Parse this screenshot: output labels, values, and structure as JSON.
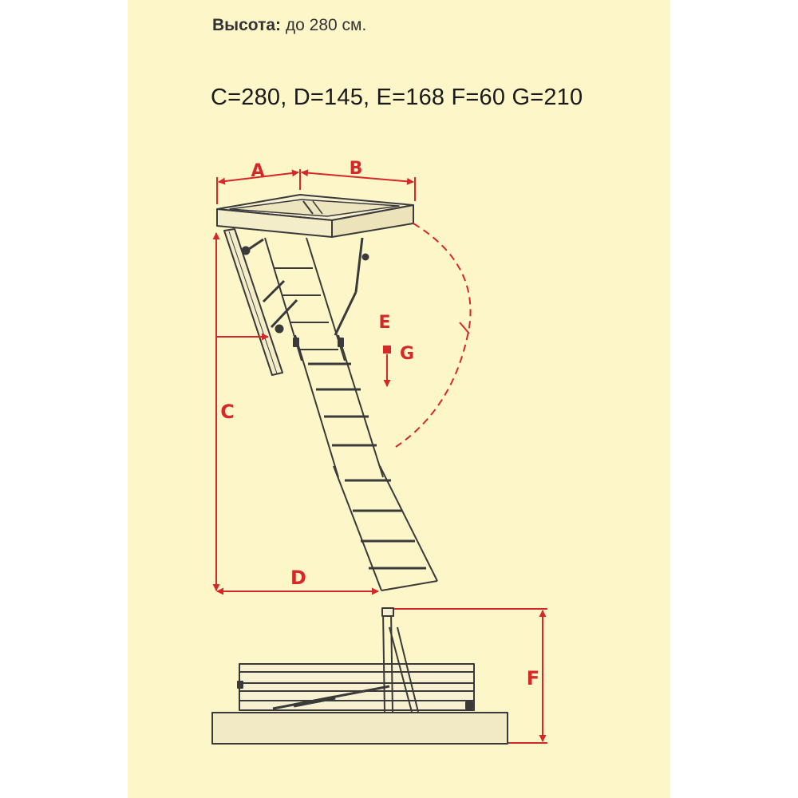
{
  "header": {
    "height_label": "Высота:",
    "height_value": "до 280 см.",
    "dimensions": "C=280, D=145, E=168 F=60 G=210"
  },
  "diagram": {
    "labels": {
      "a": "A",
      "b": "B",
      "c": "C",
      "d": "D",
      "e": "E",
      "f": "F",
      "g": "G"
    }
  },
  "colors": {
    "background": "#fcf6c8",
    "dimension_red": "#d62828",
    "line_dark": "#3a3a3a",
    "wood": "#f4edc9"
  }
}
